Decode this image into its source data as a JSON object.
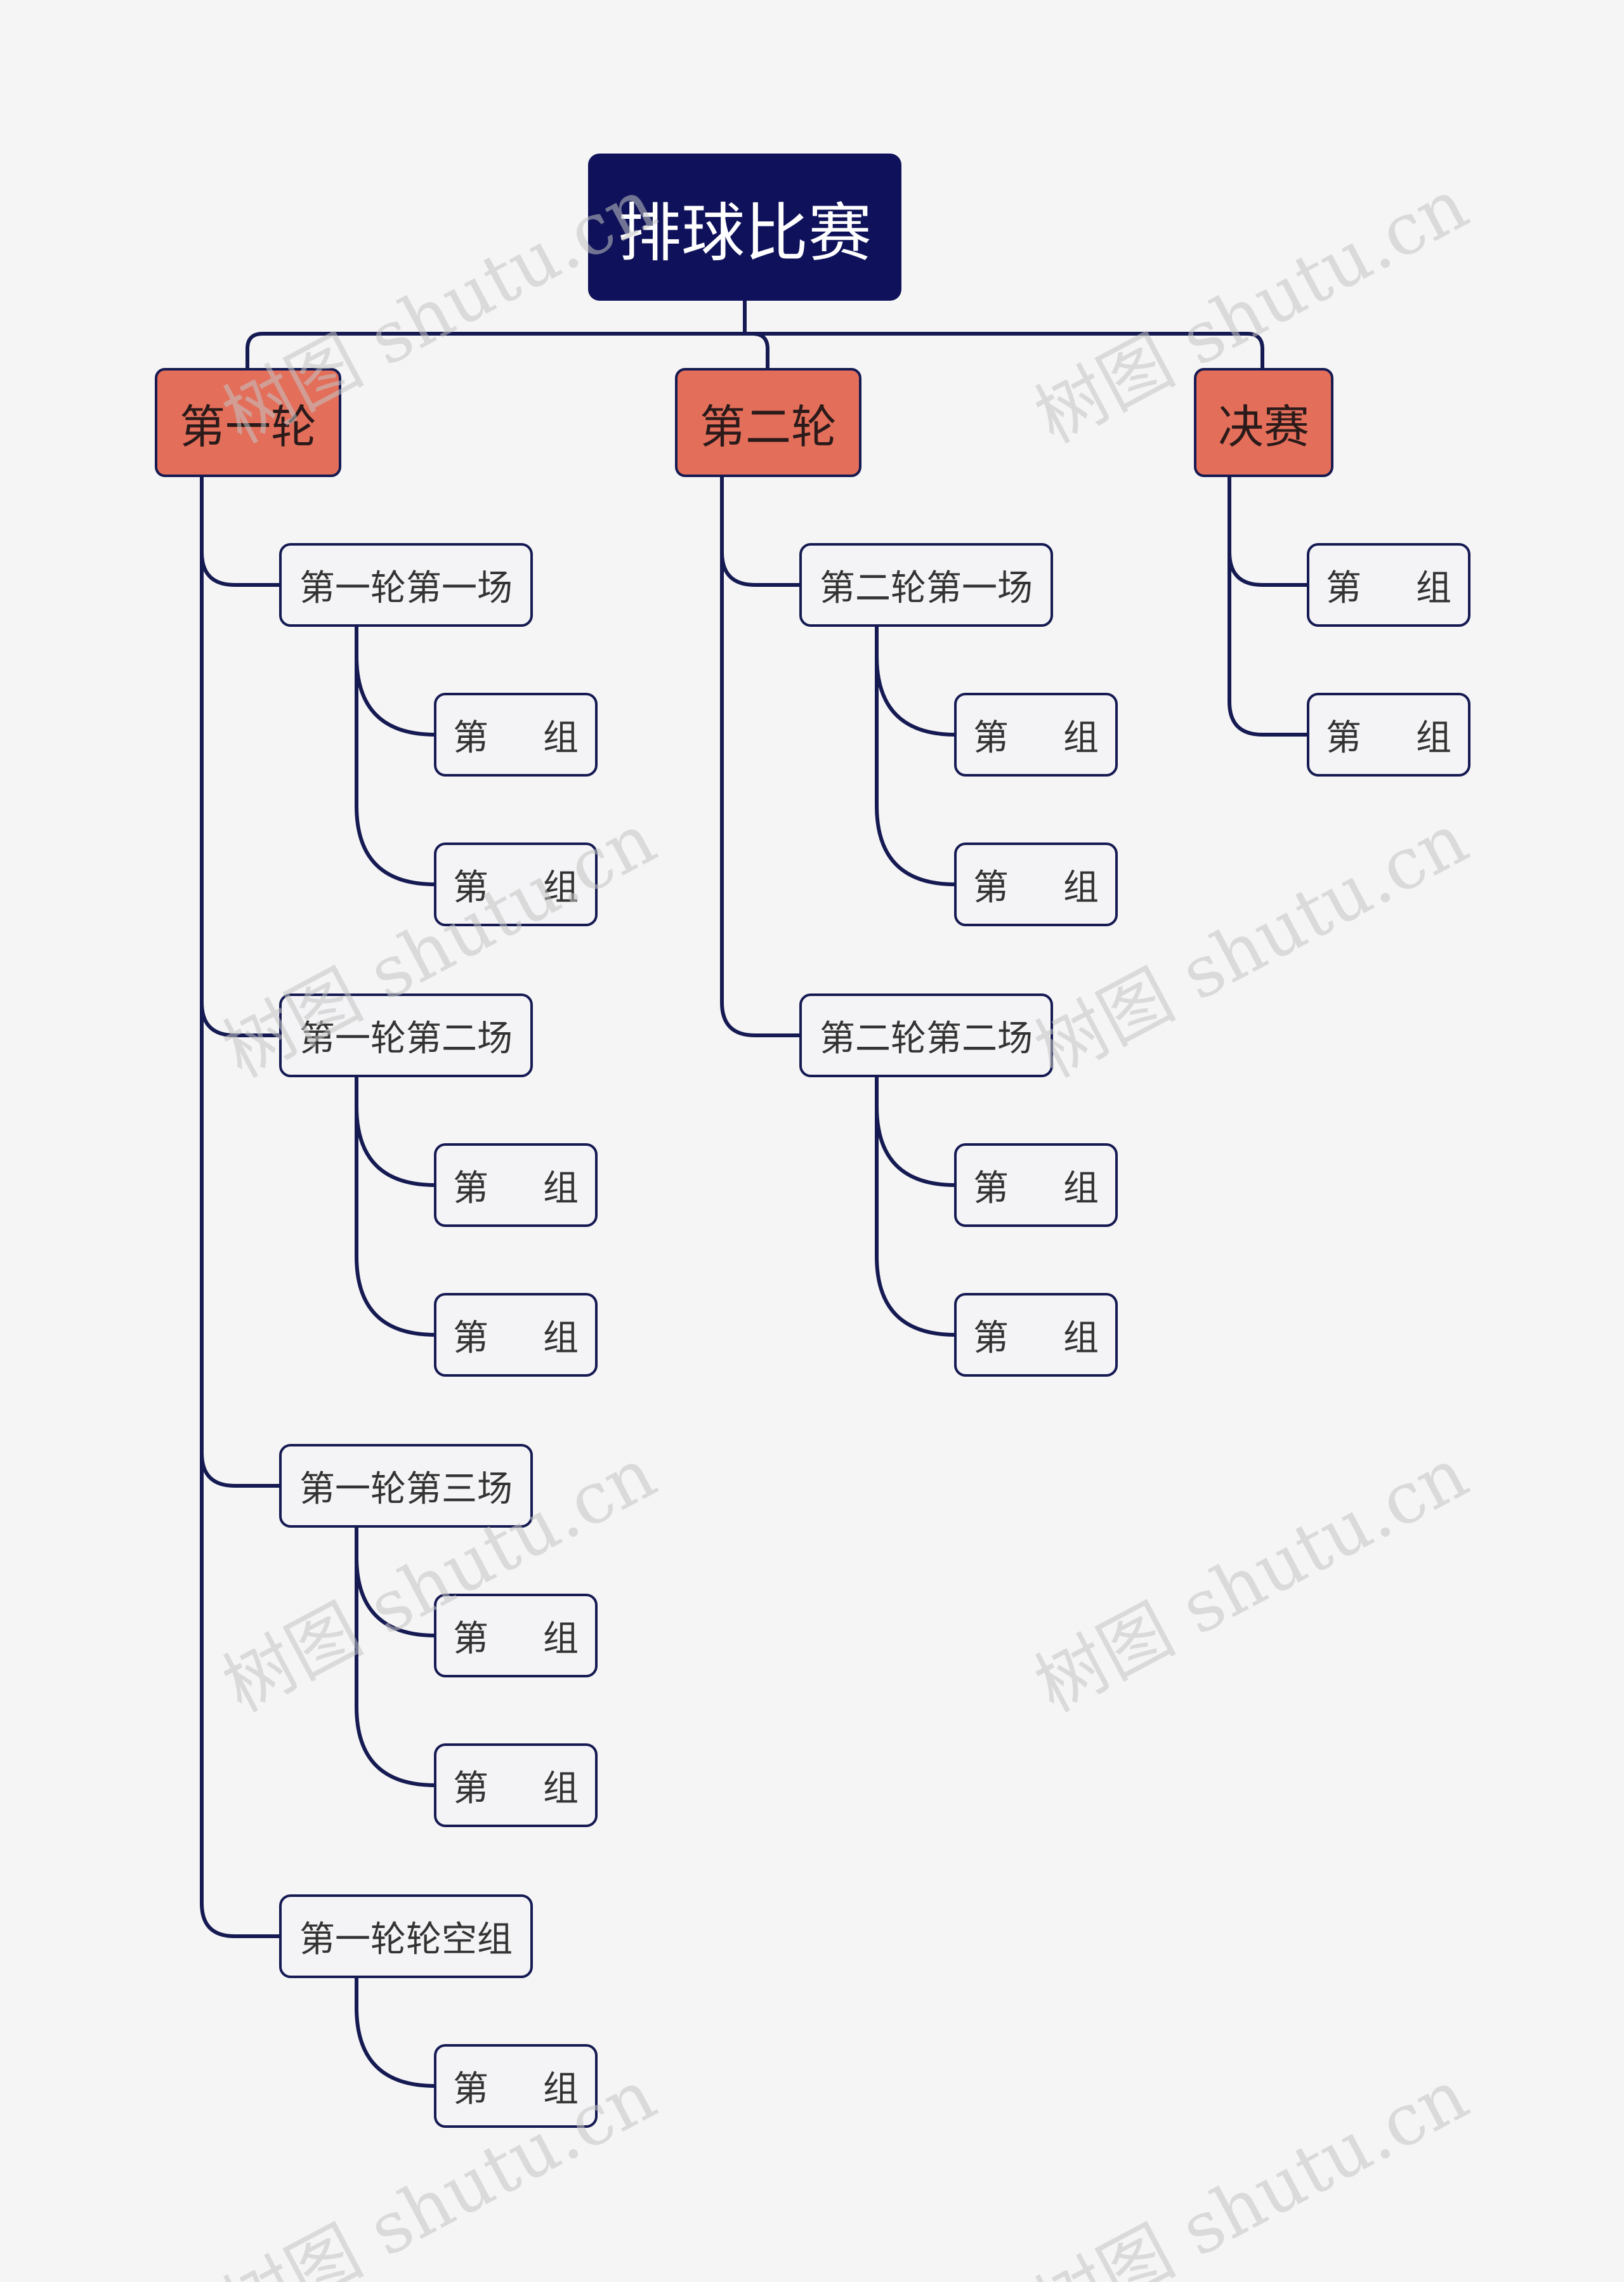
{
  "root": {
    "label": "排球比赛"
  },
  "rounds": [
    {
      "label": "第一轮",
      "matches": [
        {
          "label": "第一轮第一场",
          "groups": [
            [
              "第",
              "组"
            ],
            [
              "第",
              "组"
            ]
          ]
        },
        {
          "label": "第一轮第二场",
          "groups": [
            [
              "第",
              "组"
            ],
            [
              "第",
              "组"
            ]
          ]
        },
        {
          "label": "第一轮第三场",
          "groups": [
            [
              "第",
              "组"
            ],
            [
              "第",
              "组"
            ]
          ]
        },
        {
          "label": "第一轮轮空组",
          "groups": [
            [
              "第",
              "组"
            ]
          ]
        }
      ]
    },
    {
      "label": "第二轮",
      "matches": [
        {
          "label": "第二轮第一场",
          "groups": [
            [
              "第",
              "组"
            ],
            [
              "第",
              "组"
            ]
          ]
        },
        {
          "label": "第二轮第二场",
          "groups": [
            [
              "第",
              "组"
            ],
            [
              "第",
              "组"
            ]
          ]
        }
      ]
    },
    {
      "label": "决赛",
      "groups": [
        [
          "第",
          "组"
        ],
        [
          "第",
          "组"
        ]
      ]
    }
  ],
  "watermark": "树图 shutu.cn",
  "colors": {
    "root": "#0f125a",
    "branch": "#e36e5a",
    "line": "#151a52",
    "node_fill": "#f4f4f6",
    "background": "#f5f5f5"
  }
}
